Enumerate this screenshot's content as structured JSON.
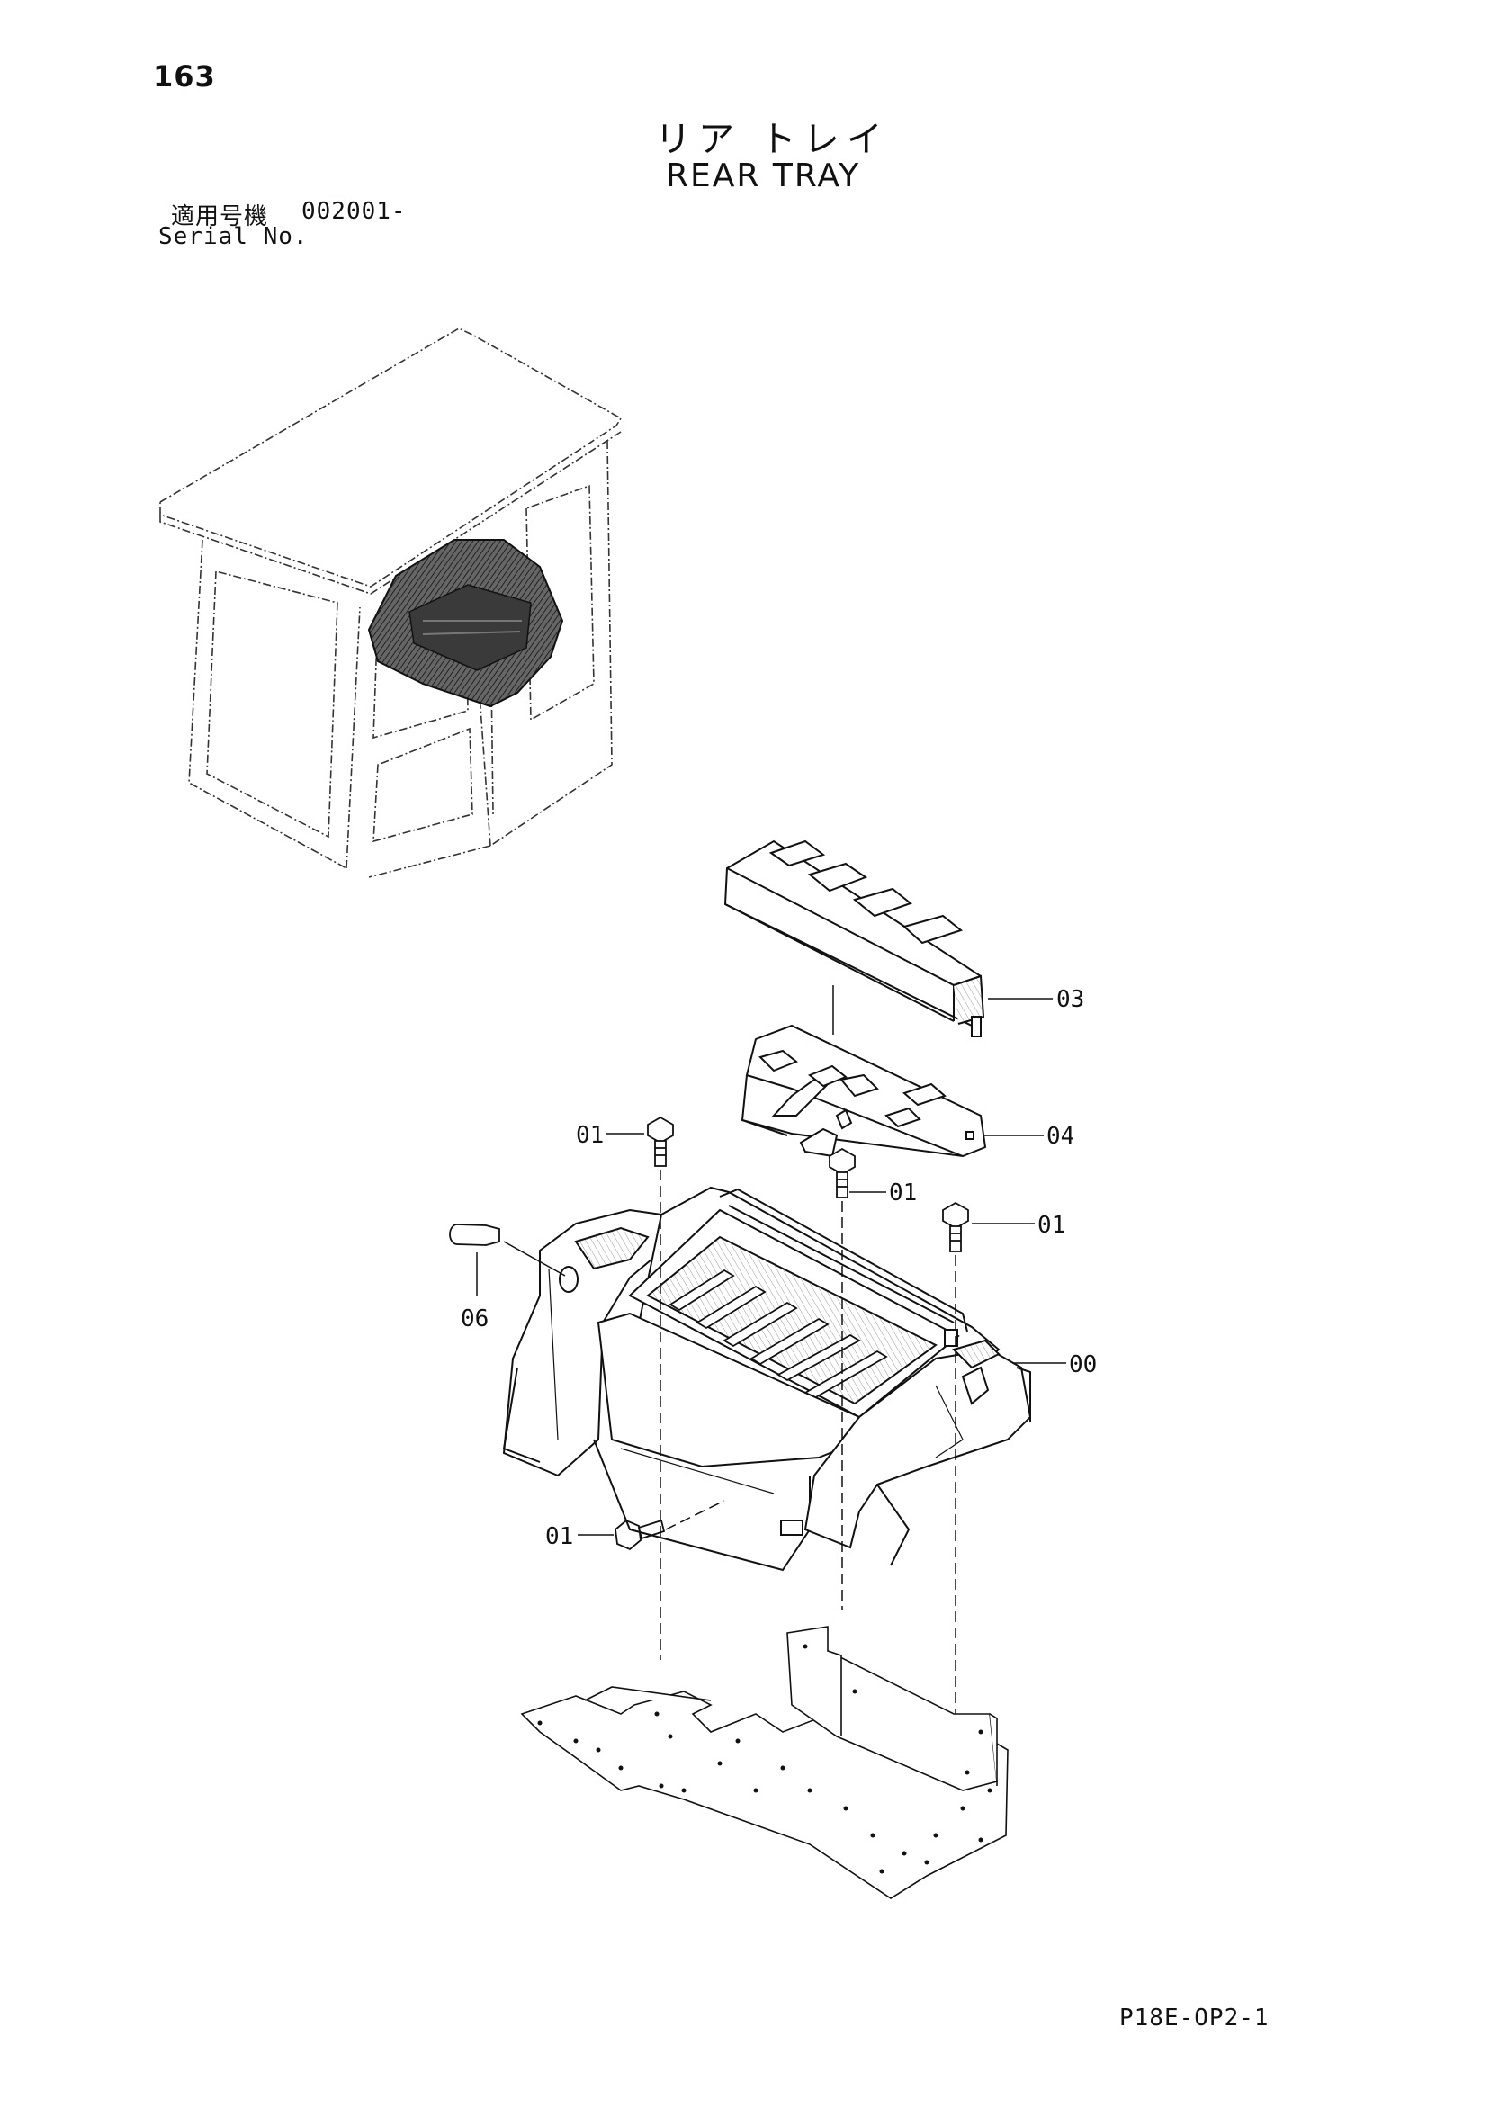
{
  "page_number": "163",
  "title_jp": "リア トレイ",
  "title_en": "REAR TRAY",
  "serial": {
    "label_jp": "適用号機",
    "value": "002001-",
    "label_en": "Serial No."
  },
  "part_labels": {
    "p03": "03",
    "p04": "04",
    "p01_a": "01",
    "p01_b": "01",
    "p01_c": "01",
    "p00": "00",
    "p06": "06",
    "p01_d": "01"
  },
  "document_code": "P18E-OP2-1"
}
